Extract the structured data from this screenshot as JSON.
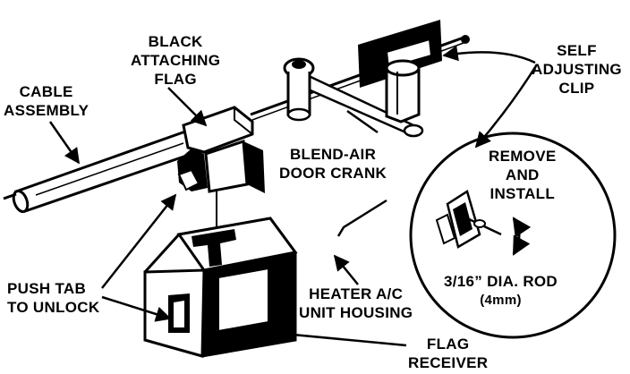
{
  "labels": {
    "black_attaching_flag": [
      "BLACK",
      "ATTACHING",
      "FLAG"
    ],
    "cable_assembly": [
      "CABLE",
      "ASSEMBLY"
    ],
    "self_adjusting_clip": [
      "SELF",
      "ADJUSTING",
      "CLIP"
    ],
    "blend_air_door_crank": [
      "BLEND-AIR",
      "DOOR CRANK"
    ],
    "remove_and_install": [
      "REMOVE",
      "AND",
      "INSTALL"
    ],
    "rod_size": [
      "3/16” DIA. ROD",
      "(4mm)"
    ],
    "push_tab": [
      "PUSH TAB",
      "TO UNLOCK"
    ],
    "heater_housing": [
      "HEATER A/C",
      "UNIT HOUSING"
    ],
    "flag_receiver": [
      "FLAG",
      "RECEIVER"
    ]
  },
  "colors": {
    "ink": "#000000",
    "paper": "#ffffff"
  }
}
